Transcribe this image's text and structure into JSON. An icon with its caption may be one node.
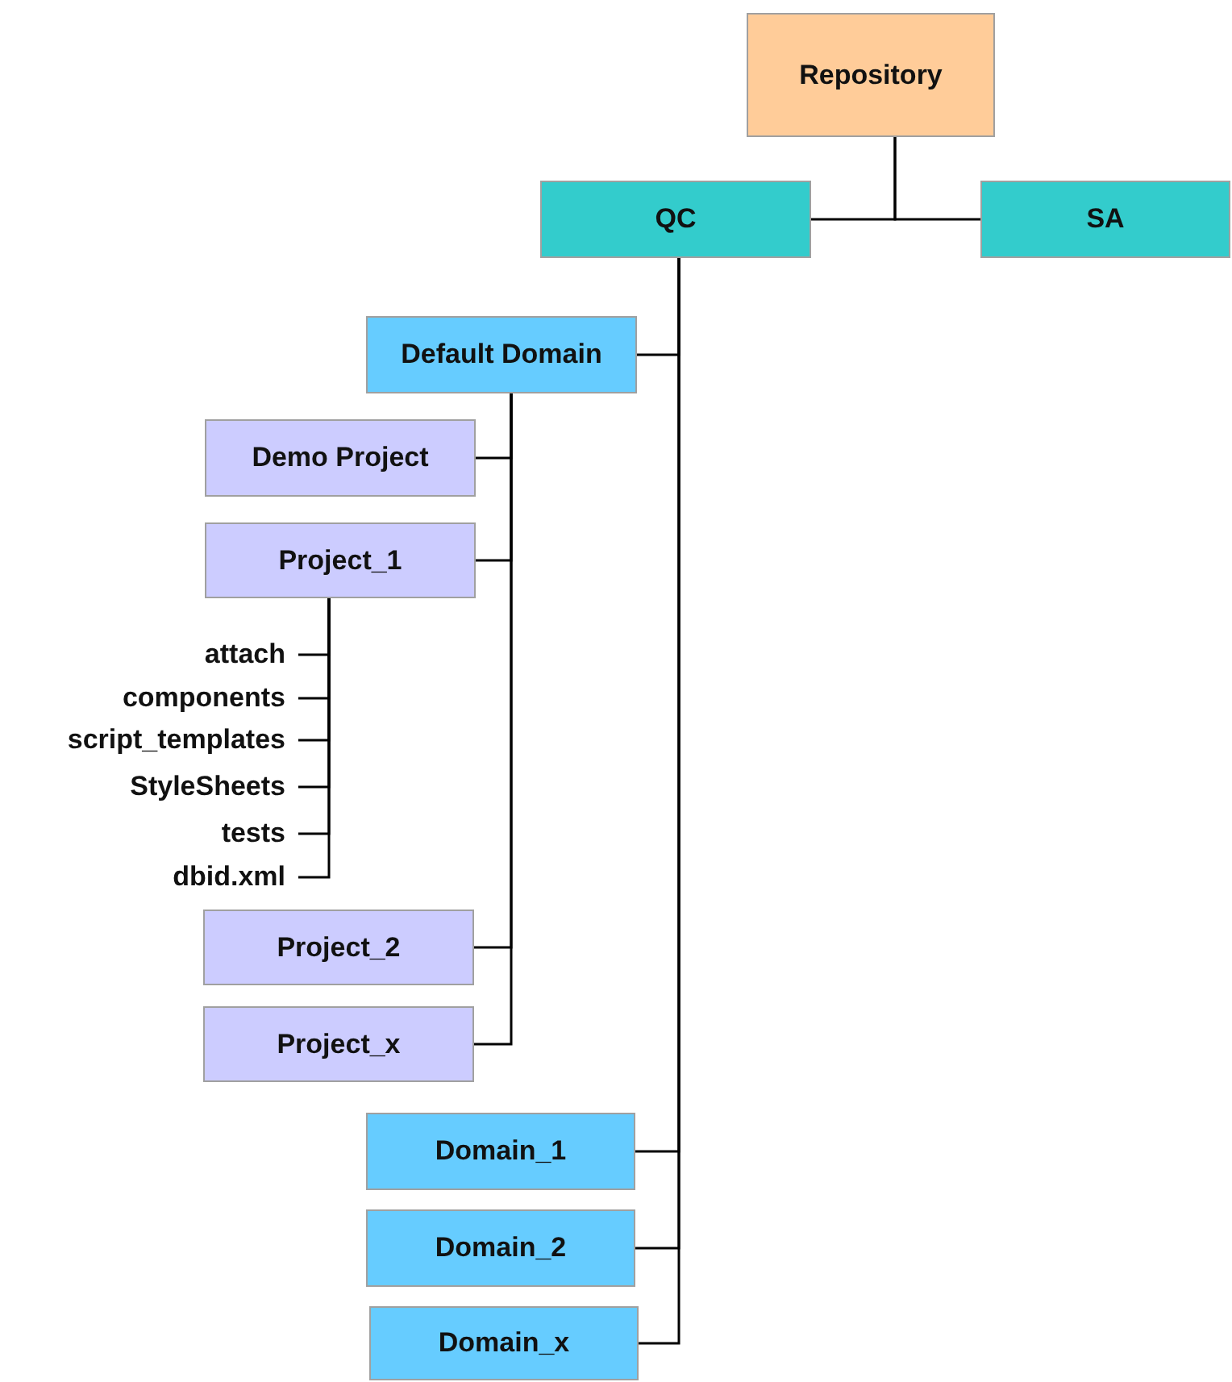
{
  "diagram": {
    "nodes": [
      {
        "text": [
          "Repository"
        ]
      },
      {
        "text": [
          "QC"
        ]
      },
      {
        "text": [
          "SA"
        ]
      },
      {
        "text": [
          "Default Domain"
        ]
      },
      {
        "text": [
          "Demo Project"
        ]
      },
      {
        "text": [
          "Project_1"
        ]
      },
      {
        "text": [
          "attach"
        ]
      },
      {
        "text": [
          "components"
        ]
      },
      {
        "text": [
          "script_templates"
        ]
      },
      {
        "text": [
          "StyleSheets"
        ]
      },
      {
        "text": [
          "tests"
        ]
      },
      {
        "text": [
          "dbid.xml"
        ]
      },
      {
        "text": [
          "Project_2"
        ]
      },
      {
        "text": [
          "Project_x"
        ]
      },
      {
        "text": [
          "Domain_1"
        ]
      },
      {
        "text": [
          "Domain_2"
        ]
      },
      {
        "text": [
          "Domain_x"
        ]
      }
    ],
    "edges": [
      {
        "from": 0,
        "to": 1,
        "arrow": "none"
      },
      {
        "from": 0,
        "to": 2,
        "arrow": "none"
      },
      {
        "from": 1,
        "to": 3,
        "arrow": "none"
      },
      {
        "from": 3,
        "to": 4,
        "arrow": "none"
      },
      {
        "from": 3,
        "to": 5,
        "arrow": "none"
      },
      {
        "from": 5,
        "to": 6,
        "arrow": "none"
      },
      {
        "from": 5,
        "to": 7,
        "arrow": "none"
      },
      {
        "from": 5,
        "to": 8,
        "arrow": "none"
      },
      {
        "from": 5,
        "to": 9,
        "arrow": "none"
      },
      {
        "from": 5,
        "to": 10,
        "arrow": "none"
      },
      {
        "from": 5,
        "to": 11,
        "arrow": "none"
      },
      {
        "from": 3,
        "to": 12,
        "arrow": "none"
      },
      {
        "from": 3,
        "to": 13,
        "arrow": "none"
      },
      {
        "from": 1,
        "to": 14,
        "arrow": "none"
      },
      {
        "from": 1,
        "to": 15,
        "arrow": "none"
      },
      {
        "from": 1,
        "to": 16,
        "arrow": "none"
      }
    ]
  }
}
